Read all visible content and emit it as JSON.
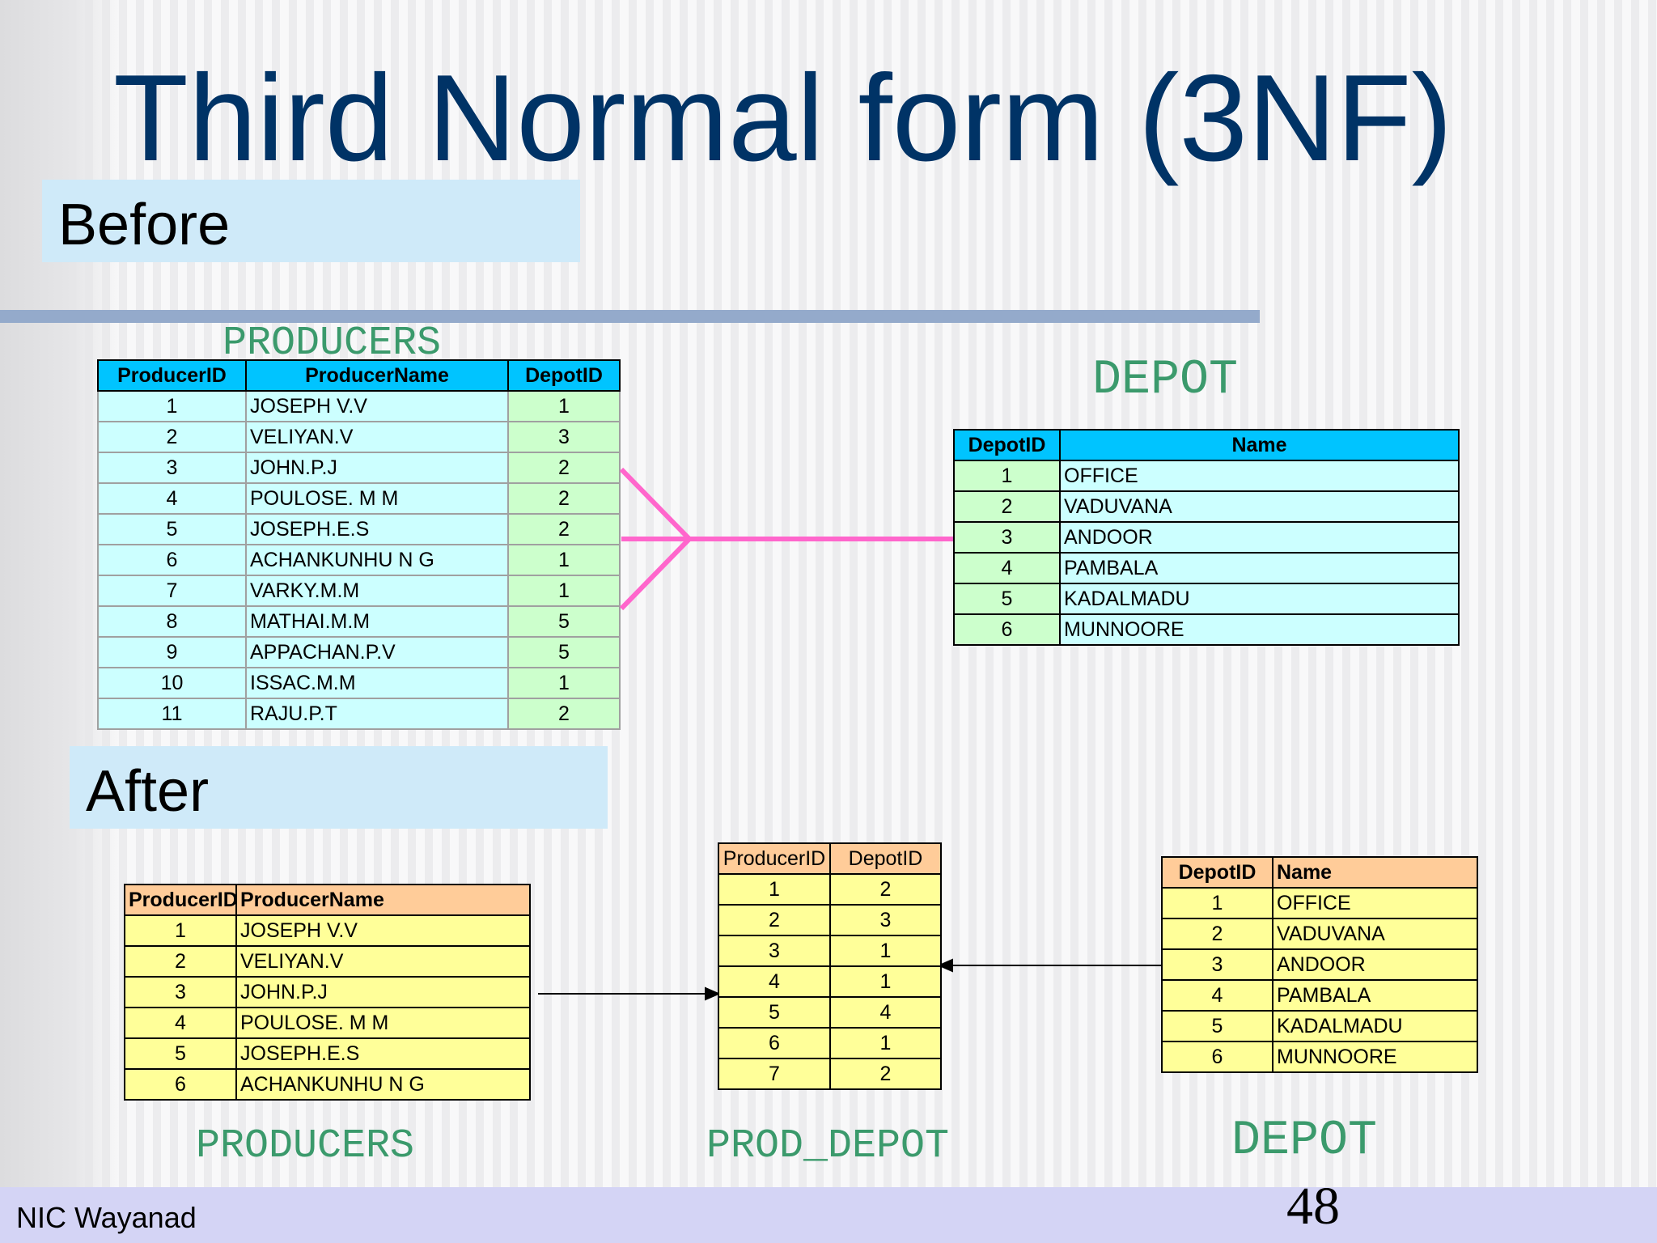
{
  "slide": {
    "title": "Third Normal form (3NF)",
    "before_label": "Before",
    "after_label": "After",
    "footer": "NIC Wayanad",
    "page_number": "48"
  },
  "before": {
    "producers": {
      "caption": "PRODUCERS",
      "headers": [
        "ProducerID",
        "ProducerName",
        "DepotID"
      ],
      "rows": [
        [
          "1",
          "JOSEPH V.V",
          "1"
        ],
        [
          "2",
          "VELIYAN.V",
          "3"
        ],
        [
          "3",
          "JOHN.P.J",
          "2"
        ],
        [
          "4",
          "POULOSE. M M",
          "2"
        ],
        [
          "5",
          "JOSEPH.E.S",
          "2"
        ],
        [
          "6",
          "ACHANKUNHU N G",
          "1"
        ],
        [
          "7",
          "VARKY.M.M",
          "1"
        ],
        [
          "8",
          "MATHAI.M.M",
          "5"
        ],
        [
          "9",
          "APPACHAN.P.V",
          "5"
        ],
        [
          "10",
          "ISSAC.M.M",
          "1"
        ],
        [
          "11",
          "RAJU.P.T",
          "2"
        ]
      ]
    },
    "depot": {
      "caption": "DEPOT",
      "headers": [
        "DepotID",
        "Name"
      ],
      "rows": [
        [
          "1",
          "OFFICE"
        ],
        [
          "2",
          "VADUVANA"
        ],
        [
          "3",
          "ANDOOR"
        ],
        [
          "4",
          "PAMBALA"
        ],
        [
          "5",
          "KADALMADU"
        ],
        [
          "6",
          "MUNNOORE"
        ]
      ]
    }
  },
  "after": {
    "producers": {
      "caption": "PRODUCERS",
      "headers": [
        "ProducerID",
        "ProducerName"
      ],
      "rows": [
        [
          "1",
          "JOSEPH V.V"
        ],
        [
          "2",
          "VELIYAN.V"
        ],
        [
          "3",
          "JOHN.P.J"
        ],
        [
          "4",
          "POULOSE. M M"
        ],
        [
          "5",
          "JOSEPH.E.S"
        ],
        [
          "6",
          "ACHANKUNHU N G"
        ]
      ]
    },
    "prod_depot": {
      "caption": "PROD_DEPOT",
      "headers": [
        "ProducerID",
        "DepotID"
      ],
      "rows": [
        [
          "1",
          "2"
        ],
        [
          "2",
          "3"
        ],
        [
          "3",
          "1"
        ],
        [
          "4",
          "1"
        ],
        [
          "5",
          "4"
        ],
        [
          "6",
          "1"
        ],
        [
          "7",
          "2"
        ]
      ]
    },
    "depot": {
      "caption": "DEPOT",
      "headers": [
        "DepotID",
        "Name"
      ],
      "rows": [
        [
          "1",
          "OFFICE"
        ],
        [
          "2",
          "VADUVANA"
        ],
        [
          "3",
          "ANDOOR"
        ],
        [
          "4",
          "PAMBALA"
        ],
        [
          "5",
          "KADALMADU"
        ],
        [
          "6",
          "MUNNOORE"
        ]
      ]
    }
  },
  "colors": {
    "title": "#003366",
    "caption": "#3b9a6c",
    "relation_line": "#ff66cc",
    "header_blue": "#00c4ff",
    "header_orange": "#ffcc99",
    "cell_cyan": "#ccffff",
    "cell_green": "#ccffcc",
    "cell_yellow": "#ffff99"
  }
}
